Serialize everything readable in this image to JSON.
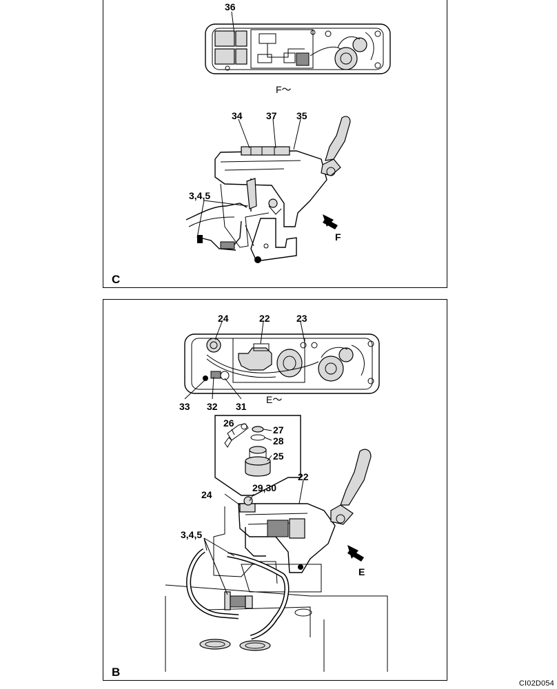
{
  "panels": {
    "c": {
      "label": "C",
      "view_label": "F～",
      "arrow_label": "F",
      "callouts": {
        "c36": "36",
        "c34": "34",
        "c37": "37",
        "c35": "35",
        "c345": "3,4,5"
      }
    },
    "b": {
      "label": "B",
      "view_label": "E～",
      "arrow_label": "E",
      "callouts": {
        "c24a": "24",
        "c22a": "22",
        "c23": "23",
        "c33": "33",
        "c32": "32",
        "c31": "31",
        "c26": "26",
        "c27": "27",
        "c28": "28",
        "c25": "25",
        "c2930": "29,30",
        "c22b": "22",
        "c24b": "24",
        "c345": "3,4,5"
      }
    }
  },
  "figure_code": "CI02D054"
}
